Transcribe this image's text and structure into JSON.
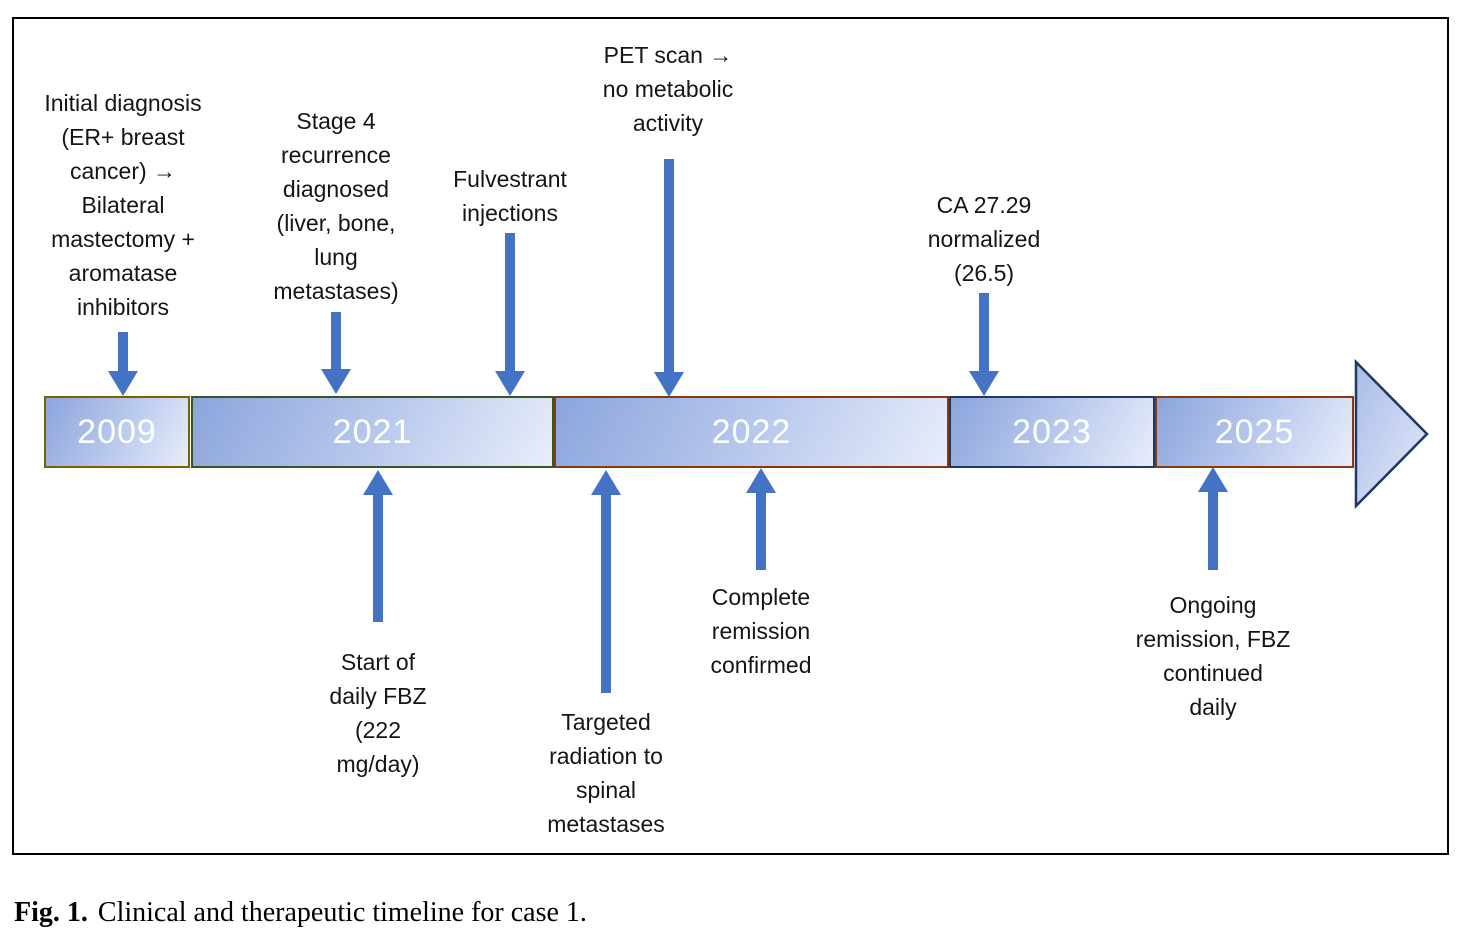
{
  "figure": {
    "caption_label": "Fig. 1.",
    "caption_text": "Clinical and therapeutic timeline for case 1."
  },
  "colors": {
    "arrow": "#4472C4",
    "arrowhead_border": "#1F3864",
    "segment_fill_dark": "#8CA5DC",
    "segment_fill_light": "#E8EDFA"
  },
  "timeline": {
    "segments": [
      {
        "label": "2009",
        "border_color": "#7F6000"
      },
      {
        "label": "2021",
        "border_color": "#375623"
      },
      {
        "label": "2022",
        "border_color": "#843C0C"
      },
      {
        "label": "2023",
        "border_color": "#1F3864"
      },
      {
        "label": "2025",
        "border_color": "#843C0C"
      }
    ]
  },
  "annotations": {
    "above": [
      {
        "text": "Initial diagnosis\n(ER+ breast\ncancer) →\nBilateral\nmastectomy +\naromatase\ninhibitors",
        "points_to": "2009"
      },
      {
        "text": "Stage 4\nrecurrence\ndiagnosed\n(liver, bone,\nlung\nmetastases)",
        "points_to": "2021"
      },
      {
        "text": "Fulvestrant\ninjections",
        "points_to": "2021"
      },
      {
        "text": "PET scan →\nno metabolic\nactivity",
        "points_to": "2022"
      },
      {
        "text": "CA 27.29\nnormalized\n(26.5)",
        "points_to": "2023"
      }
    ],
    "below": [
      {
        "text": "Start of\ndaily FBZ\n(222\nmg/day)",
        "points_to": "2021"
      },
      {
        "text": "Targeted\nradiation to\nspinal\nmetastases",
        "points_to": "2022"
      },
      {
        "text": "Complete\nremission\nconfirmed",
        "points_to": "2022"
      },
      {
        "text": "Ongoing\nremission, FBZ\ncontinued\ndaily",
        "points_to": "2025"
      }
    ]
  }
}
